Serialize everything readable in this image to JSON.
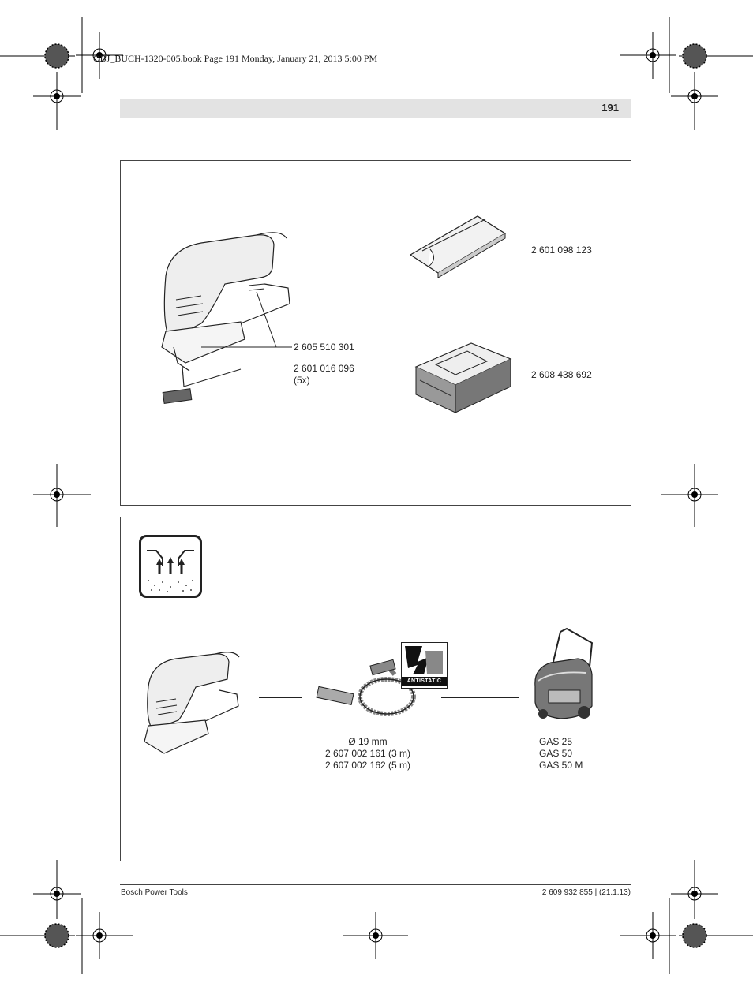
{
  "header": {
    "file_line": "OBJ_BUCH-1320-005.book  Page 191  Monday, January 21, 2013  5:00 PM",
    "page_number": "191"
  },
  "accessories": {
    "saw_blade_part": "2 605 510 301",
    "blade_pack_part": "2 601 016 096",
    "blade_pack_qty": "(5x)",
    "guide_plate_part": "2 601 098 123",
    "case_part": "2 608 438 692"
  },
  "dust_extraction": {
    "hose_label": "ANTISTATIC",
    "hose_diameter": "Ø 19 mm",
    "hose_3m_part": "2 607 002 161 (3 m)",
    "hose_5m_part": "2 607 002 162 (5 m)",
    "vacuum_models": [
      "GAS 25",
      "GAS 50",
      "GAS 50 M"
    ]
  },
  "footer": {
    "brand": "Bosch Power Tools",
    "doc_ref": "2 609 932 855 | (21.1.13)"
  }
}
